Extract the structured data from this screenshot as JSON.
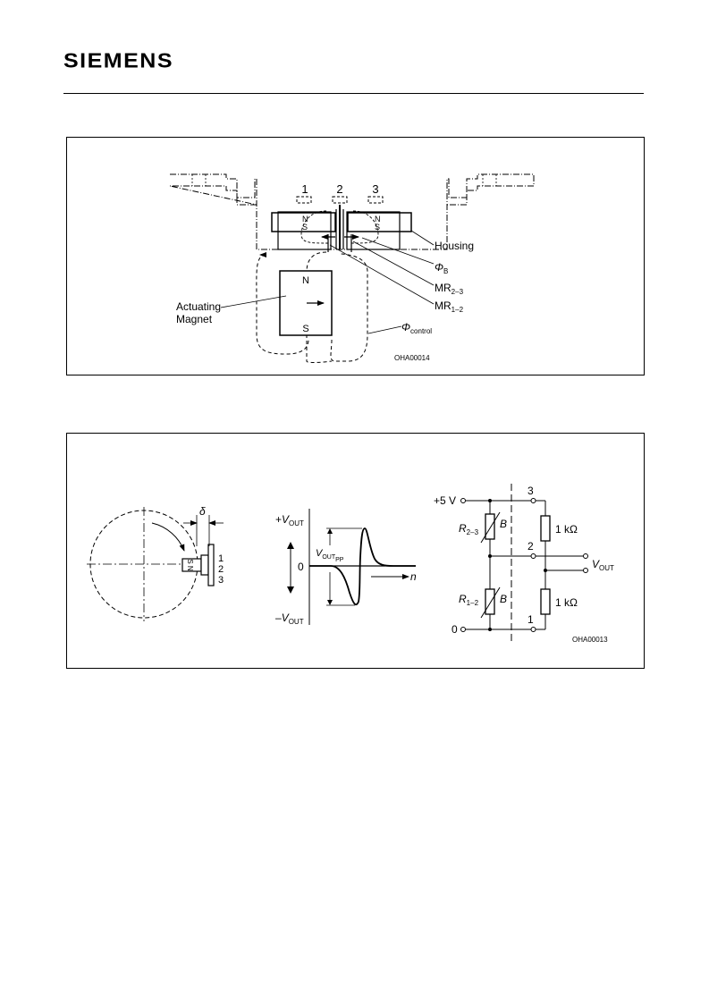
{
  "header": {
    "brand": "SIEMENS"
  },
  "figure1": {
    "pins": [
      "1",
      "2",
      "3"
    ],
    "pole_n": "N",
    "pole_s": "S",
    "housing": "Housing",
    "phi_b": {
      "symbol": "Φ",
      "sub": "B"
    },
    "mr23": {
      "main": "MR",
      "sub": "2–3"
    },
    "mr12": {
      "main": "MR",
      "sub": "1–2"
    },
    "actuating_line1": "Actuating",
    "actuating_line2": "Magnet",
    "magnet_n": "N",
    "magnet_s": "S",
    "phi_control": {
      "symbol": "Φ",
      "sub": "control"
    },
    "code": "OHA00014"
  },
  "figure2": {
    "delta": "δ",
    "sensor_poles": "S N",
    "sensor_pins": [
      "1",
      "2",
      "3"
    ],
    "plus_vout": {
      "prefix": "+",
      "main": "V",
      "sub": "OUT"
    },
    "minus_vout": {
      "prefix": "–",
      "main": "V",
      "sub": "OUT"
    },
    "vout_pp": {
      "main": "V",
      "sub": "OUT",
      "subsub": "PP"
    },
    "zero": "0",
    "n_label": "n",
    "supply": "+5 V",
    "ground": "0",
    "r23": {
      "main": "R",
      "sub": "2–3",
      "field": "B"
    },
    "r12": {
      "main": "R",
      "sub": "1–2",
      "field": "B"
    },
    "res_top": "1 kΩ",
    "res_bottom": "1 kΩ",
    "node_top": "3",
    "node_mid": "2",
    "node_bottom": "1",
    "vout": {
      "main": "V",
      "sub": "OUT"
    },
    "code": "OHA00013"
  }
}
